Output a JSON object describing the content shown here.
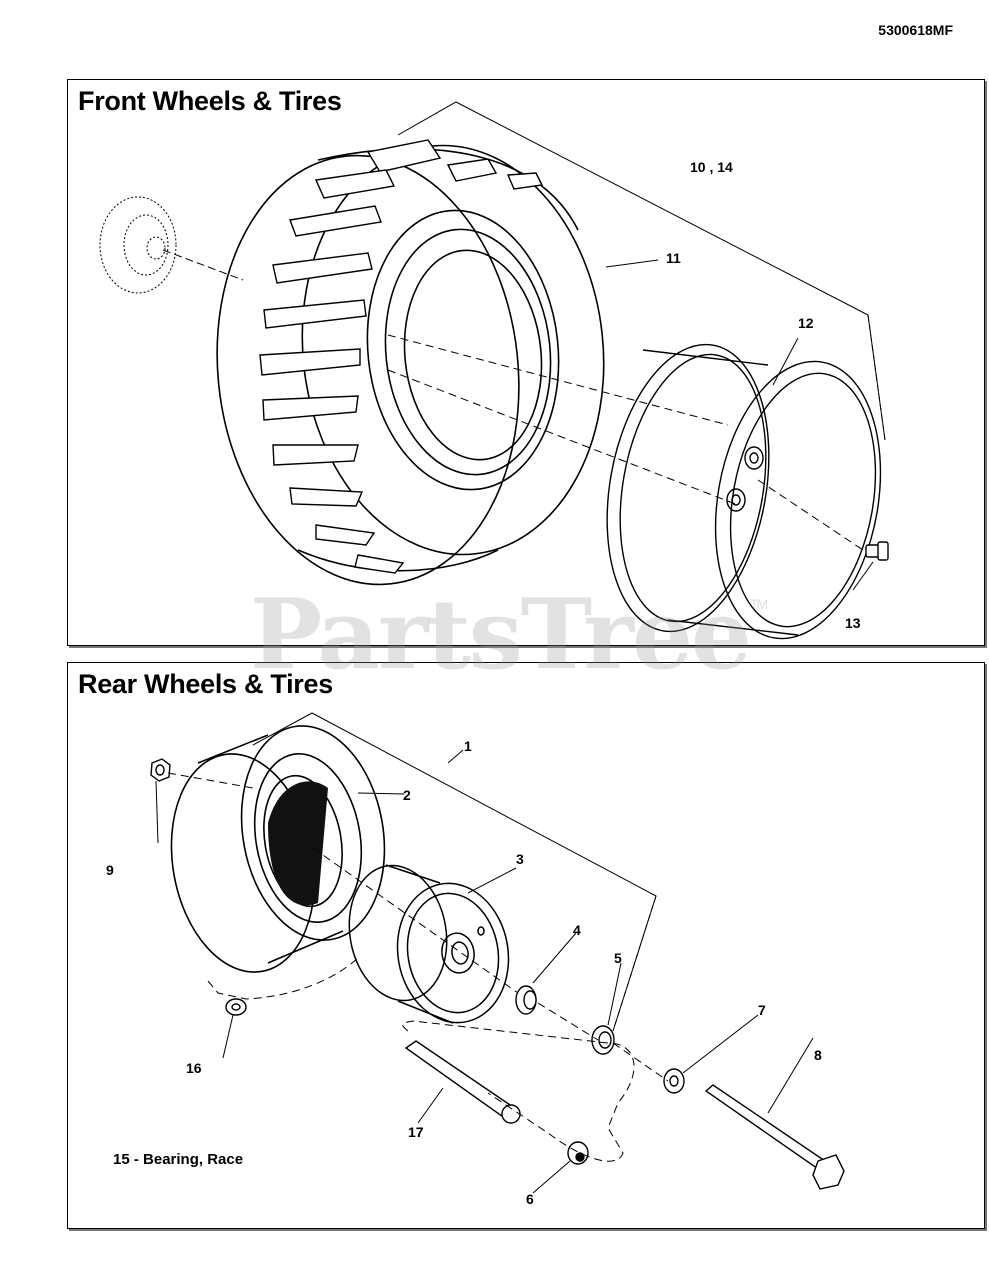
{
  "doc_id": "5300618MF",
  "watermark": {
    "text": "PartsTree",
    "tm": "TM"
  },
  "front": {
    "title": "Front Wheels & Tires",
    "callouts": {
      "c10_14": "10 , 14",
      "c11": "11",
      "c12": "12",
      "c13": "13"
    }
  },
  "rear": {
    "title": "Rear Wheels & Tires",
    "note": "15 - Bearing, Race",
    "callouts": {
      "c1": "1",
      "c2": "2",
      "c3": "3",
      "c4": "4",
      "c5": "5",
      "c6": "6",
      "c7": "7",
      "c8": "8",
      "c9": "9",
      "c16": "16",
      "c17": "17"
    }
  }
}
